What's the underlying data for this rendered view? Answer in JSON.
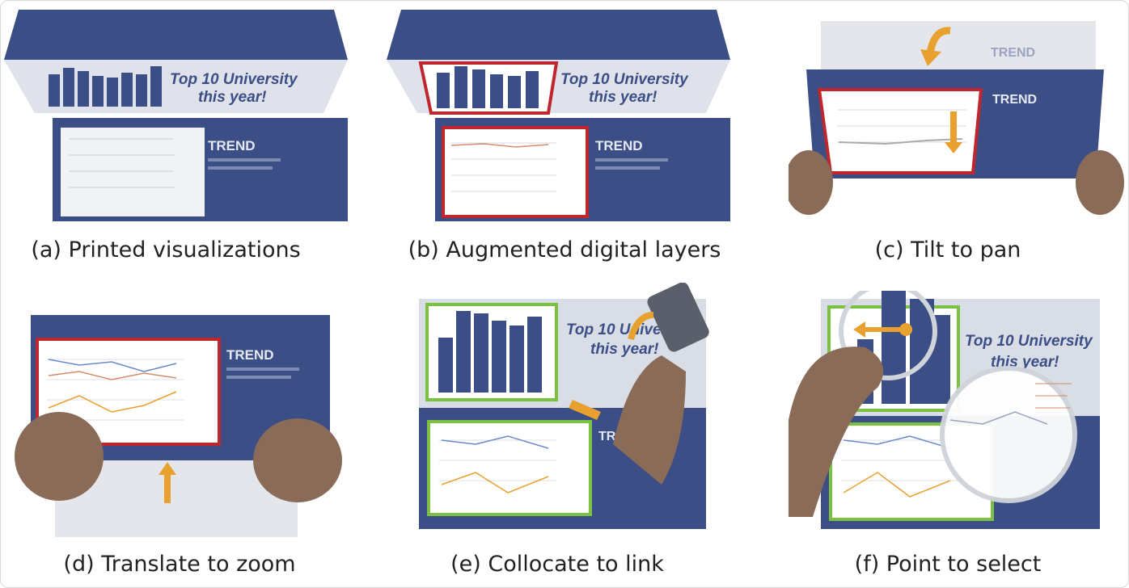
{
  "colors": {
    "poster_blue": "#3b4f86",
    "poster_light": "#c9ced9",
    "highlight_red": "#c0262d",
    "highlight_green": "#7bc142",
    "arrow_orange": "#e8a12f",
    "skin": "#8a6b57"
  },
  "poster": {
    "headline_line1": "Top 10 University",
    "headline_line2": "this year!",
    "trend_label": "TREND"
  },
  "panels": [
    {
      "caption": "(a) Printed visualizations"
    },
    {
      "caption": "(b) Augmented digital layers"
    },
    {
      "caption": "(c) Tilt to pan"
    },
    {
      "caption": "(d) Translate to zoom"
    },
    {
      "caption": "(e) Collocate to link"
    },
    {
      "caption": "(f) Point to select"
    }
  ]
}
